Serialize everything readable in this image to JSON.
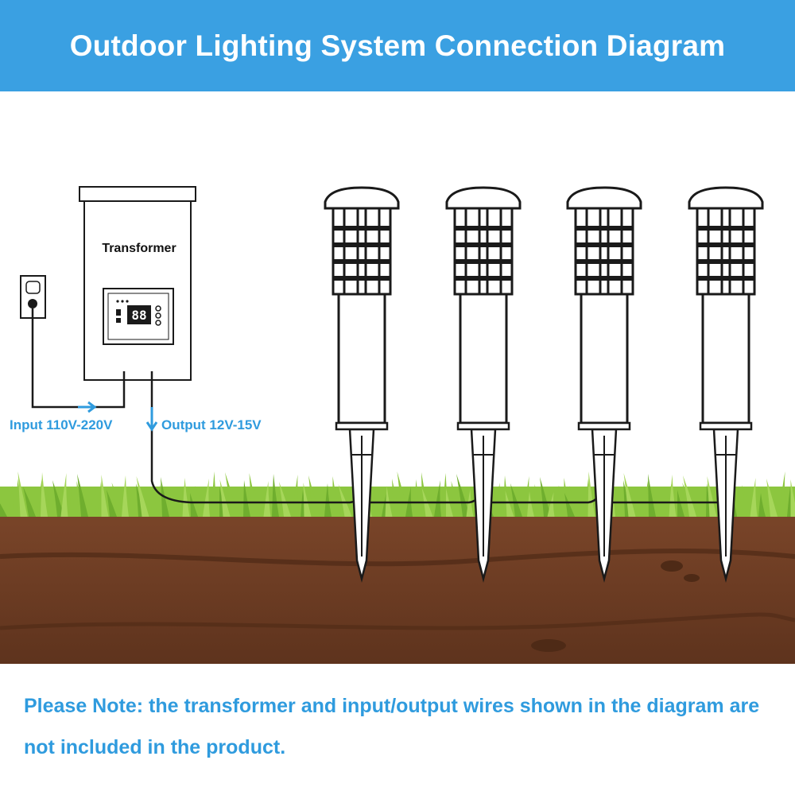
{
  "header": {
    "title": "Outdoor Lighting System Connection Diagram",
    "background_color": "#3aa0e2"
  },
  "transformer": {
    "label": "Transformer",
    "display_digits": "88"
  },
  "wiring": {
    "input_label": "Input 110V-220V",
    "output_label": "Output 12V-15V",
    "label_color": "#2f9bde"
  },
  "lights": {
    "count": 4
  },
  "note": {
    "text": "Please Note: the transformer and input/output wires shown in the diagram are not included in the product.",
    "color": "#2f9bde"
  },
  "colors": {
    "grass": "#8cc63f",
    "soil": "#6b3a22",
    "outline": "#1a1a1a"
  }
}
